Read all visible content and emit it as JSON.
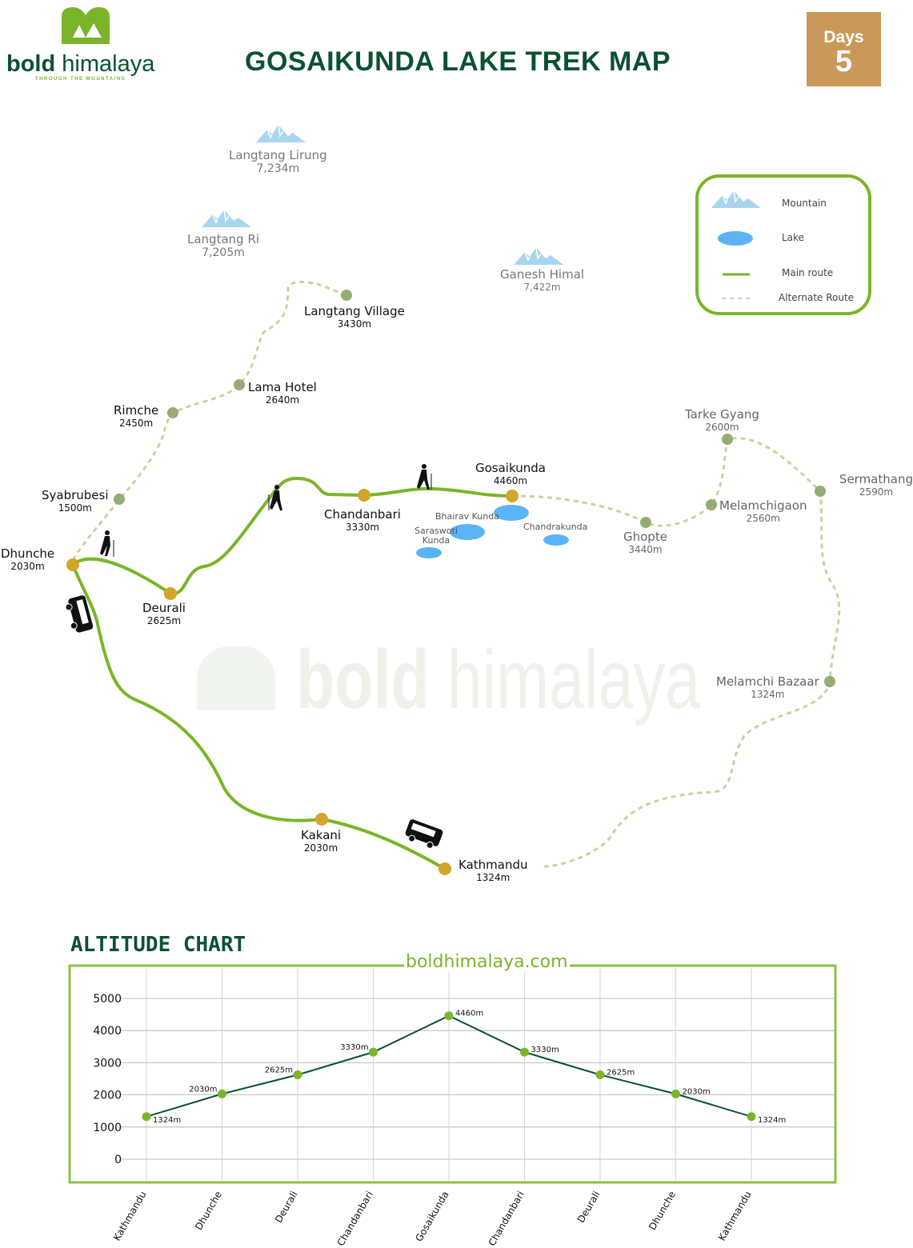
{
  "header": {
    "brand_bold": "bold",
    "brand_light": "himalaya",
    "tagline": "THROUGH THE MOUNTAINS",
    "title": "GOSAIKUNDA LAKE TREK MAP",
    "days_label": "Days",
    "days_value": "5"
  },
  "mountains": [
    {
      "name": "Langtang Lirung",
      "alt": "7,234m"
    },
    {
      "name": "Langtang Ri",
      "alt": "7,205m"
    },
    {
      "name": "Ganesh Himal",
      "alt": "7,422m"
    }
  ],
  "places": [
    {
      "name": "Langtang Village",
      "alt": "3430m"
    },
    {
      "name": "Lama Hotel",
      "alt": "2640m"
    },
    {
      "name": "Rimche",
      "alt": "2450m"
    },
    {
      "name": "Syabrubesi",
      "alt": "1500m"
    },
    {
      "name": "Dhunche",
      "alt": "2030m"
    },
    {
      "name": "Deurali",
      "alt": "2625m"
    },
    {
      "name": "Chandanbari",
      "alt": "3330m"
    },
    {
      "name": "Gosaikunda",
      "alt": "4460m"
    },
    {
      "name": "Ghopte",
      "alt": "3440m"
    },
    {
      "name": "Melamchigaon",
      "alt": "2560m"
    },
    {
      "name": "Tarke Gyang",
      "alt": "2600m"
    },
    {
      "name": "Sermathang",
      "alt": "2590m"
    },
    {
      "name": "Melamchi Bazaar",
      "alt": "1324m"
    },
    {
      "name": "Kakani",
      "alt": "2030m"
    },
    {
      "name": "Kathmandu",
      "alt": "1324m"
    }
  ],
  "lakes": [
    "Bhairav Kunda",
    "Saraswoti Kunda",
    "Chandrakunda"
  ],
  "legend": {
    "mountain": "Mountain",
    "lake": "Lake",
    "main": "Main route",
    "alternate": "Alternate Route"
  },
  "watermark": {
    "bold": "bold",
    "light": "himalaya"
  },
  "colors": {
    "main_route": "#7ab529",
    "alt_route": "#c8d5a0",
    "main_stop": "#d4a32a",
    "alt_stop": "#98ab74",
    "lake": "#5ab4f5",
    "title": "#0b5132"
  },
  "chart_data": {
    "type": "line",
    "title": "ALTITUDE CHART",
    "watermark": "boldhimalaya.com",
    "categories": [
      "Kathmandu",
      "Dhunche",
      "Deurali",
      "Chandanbari",
      "Gosaikunda",
      "Chandanbari",
      "Deurali",
      "Dhunche",
      "Kathmandu"
    ],
    "values": [
      1324,
      2030,
      2625,
      3330,
      4460,
      3330,
      2625,
      2030,
      1324
    ],
    "labels": [
      "1324m",
      "2030m",
      "2625m",
      "3330m",
      "4460m",
      "3330m",
      "2625m",
      "2030m",
      "1324m"
    ],
    "yticks": [
      0,
      1000,
      2000,
      3000,
      4000,
      5000
    ],
    "ylim": [
      0,
      5000
    ],
    "grid": true
  }
}
